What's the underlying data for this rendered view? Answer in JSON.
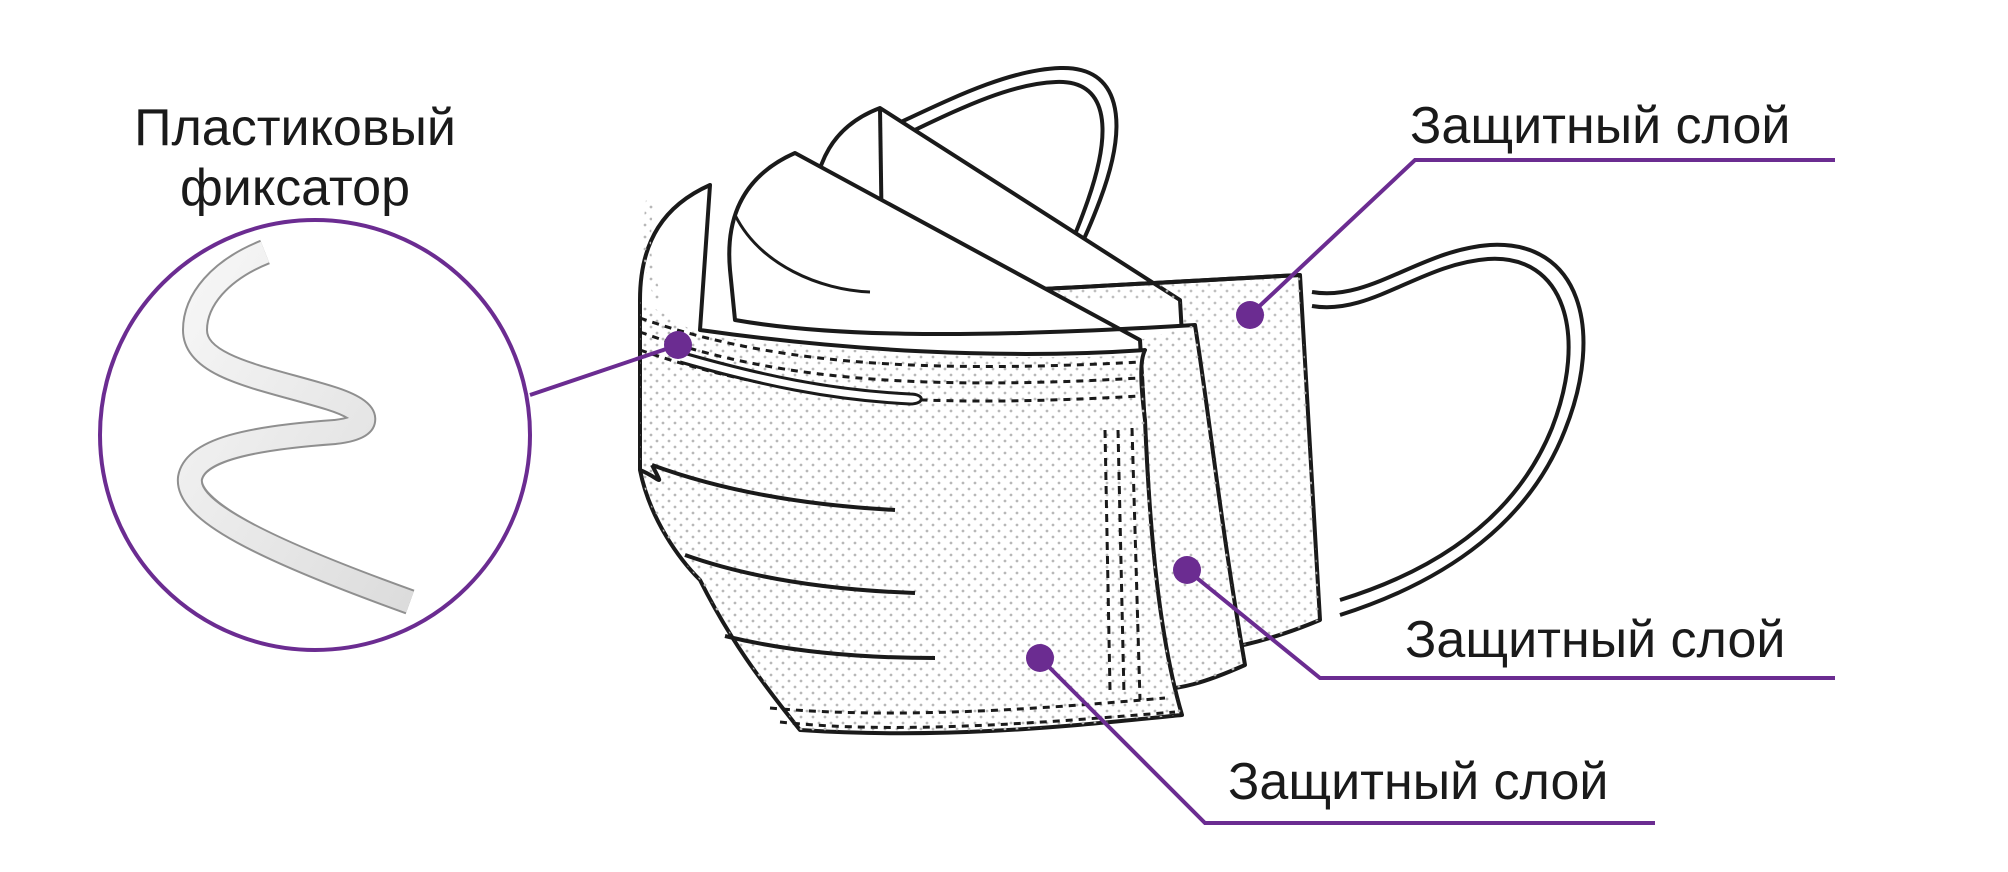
{
  "labels": {
    "fixator_line1": "Пластиковый",
    "fixator_line2": "фиксатор",
    "layer_top": "Защитный слой",
    "layer_middle": "Защитный слой",
    "layer_bottom": "Защитный слой"
  },
  "colors": {
    "accent": "#6b2c91",
    "outline": "#1a1a1a",
    "dots": "#b8b8b8",
    "strip": "#eeeeee"
  }
}
